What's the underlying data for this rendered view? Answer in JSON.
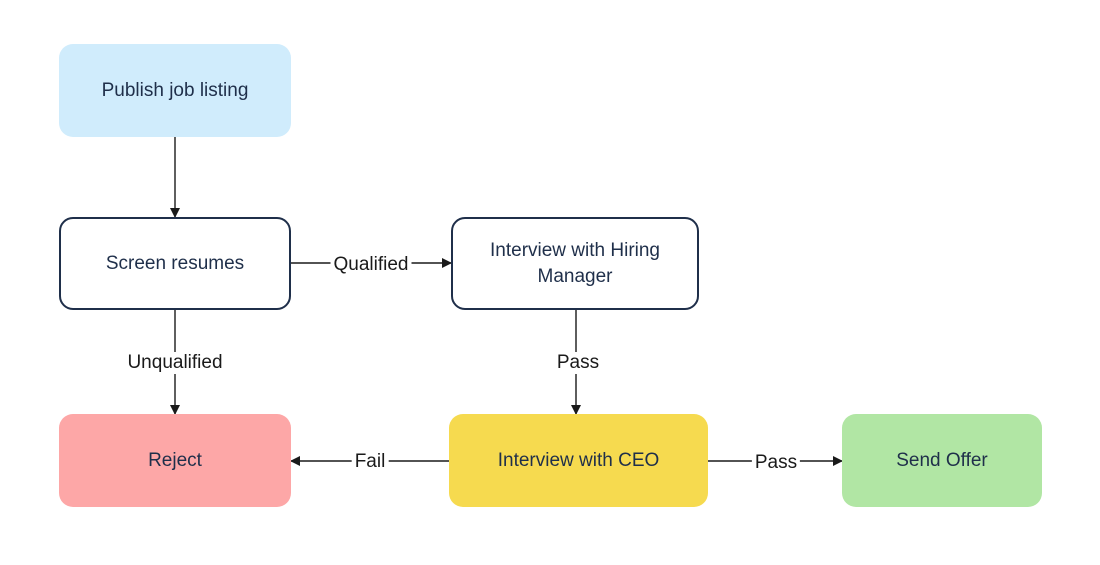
{
  "diagram": {
    "nodes": [
      {
        "id": "publish",
        "label": "Publish job listing",
        "color": "#d0ecfc",
        "style": "filled"
      },
      {
        "id": "screen",
        "label": "Screen resumes",
        "color": "#ffffff",
        "style": "outlined"
      },
      {
        "id": "hiring",
        "label": "Interview with Hiring Manager",
        "color": "#ffffff",
        "style": "outlined"
      },
      {
        "id": "reject",
        "label": "Reject",
        "color": "#fda7a7",
        "style": "filled"
      },
      {
        "id": "ceo",
        "label": "Interview with CEO",
        "color": "#f6da4f",
        "style": "filled"
      },
      {
        "id": "offer",
        "label": "Send Offer",
        "color": "#b1e6a4",
        "style": "filled"
      }
    ],
    "edges": [
      {
        "from": "publish",
        "to": "screen",
        "label": ""
      },
      {
        "from": "screen",
        "to": "hiring",
        "label": "Qualified"
      },
      {
        "from": "screen",
        "to": "reject",
        "label": "Unqualified"
      },
      {
        "from": "hiring",
        "to": "ceo",
        "label": "Pass"
      },
      {
        "from": "ceo",
        "to": "reject",
        "label": "Fail"
      },
      {
        "from": "ceo",
        "to": "offer",
        "label": "Pass"
      }
    ],
    "line_color": "#1a1a1a"
  }
}
